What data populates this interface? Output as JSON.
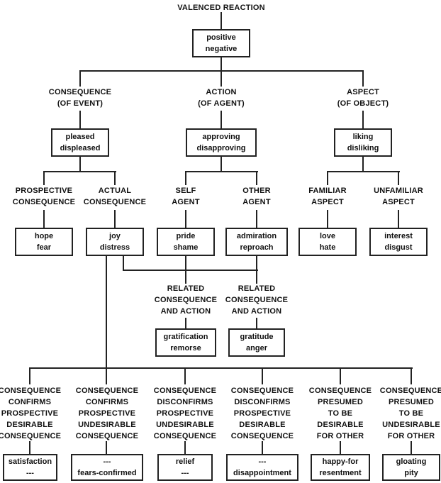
{
  "colors": {
    "background": "#ffffff",
    "line": "#222222",
    "box_border": "#222222",
    "text": "#111111"
  },
  "diagram": {
    "title": "VALENCED REACTION",
    "root": {
      "box": [
        "positive",
        "negative"
      ]
    },
    "tier1": [
      {
        "label": [
          "CONSEQUENCE",
          "(OF EVENT)"
        ],
        "box": [
          "pleased",
          "displeased"
        ]
      },
      {
        "label": [
          "ACTION",
          "(OF AGENT)"
        ],
        "box": [
          "approving",
          "disapproving"
        ]
      },
      {
        "label": [
          "ASPECT",
          "(OF OBJECT)"
        ],
        "box": [
          "liking",
          "disliking"
        ]
      }
    ],
    "tier2": [
      {
        "label": [
          "PROSPECTIVE",
          "CONSEQUENCE"
        ],
        "box": [
          "hope",
          "fear"
        ]
      },
      {
        "label": [
          "ACTUAL",
          "CONSEQUENCE"
        ],
        "box": [
          "joy",
          "distress"
        ]
      },
      {
        "label": [
          "SELF",
          "AGENT"
        ],
        "box": [
          "pride",
          "shame"
        ]
      },
      {
        "label": [
          "OTHER",
          "AGENT"
        ],
        "box": [
          "admiration",
          "reproach"
        ]
      },
      {
        "label": [
          "FAMILIAR",
          "ASPECT"
        ],
        "box": [
          "love",
          "hate"
        ]
      },
      {
        "label": [
          "UNFAMILIAR",
          "ASPECT"
        ],
        "box": [
          "interest",
          "disgust"
        ]
      }
    ],
    "compound": [
      {
        "label": [
          "RELATED",
          "CONSEQUENCE",
          "AND ACTION"
        ],
        "box": [
          "gratification",
          "remorse"
        ]
      },
      {
        "label": [
          "RELATED",
          "CONSEQUENCE",
          "AND ACTION"
        ],
        "box": [
          "gratitude",
          "anger"
        ]
      }
    ],
    "outcomes": [
      {
        "label": [
          "CONSEQUENCE",
          "CONFIRMS",
          "PROSPECTIVE",
          "DESIRABLE",
          "CONSEQUENCE"
        ],
        "box": [
          "satisfaction",
          "---"
        ]
      },
      {
        "label": [
          "CONSEQUENCE",
          "CONFIRMS",
          "PROSPECTIVE",
          "UNDESIRABLE",
          "CONSEQUENCE"
        ],
        "box": [
          "---",
          "fears-confirmed"
        ]
      },
      {
        "label": [
          "CONSEQUENCE",
          "DISCONFIRMS",
          "PROSPECTIVE",
          "UNDESIRABLE",
          "CONSEQUENCE"
        ],
        "box": [
          "relief",
          "---"
        ]
      },
      {
        "label": [
          "CONSEQUENCE",
          "DISCONFIRMS",
          "PROSPECTIVE",
          "DESIRABLE",
          "CONSEQUENCE"
        ],
        "box": [
          "---",
          "disappointment"
        ]
      },
      {
        "label": [
          "CONSEQUENCE",
          "PRESUMED",
          "TO BE",
          "DESIRABLE",
          "FOR OTHER"
        ],
        "box": [
          "happy-for",
          "resentment"
        ]
      },
      {
        "label": [
          "CONSEQUENCE",
          "PRESUMED",
          "TO BE",
          "UNDESIRABLE",
          "FOR OTHER"
        ],
        "box": [
          "gloating",
          "pity"
        ]
      }
    ]
  }
}
